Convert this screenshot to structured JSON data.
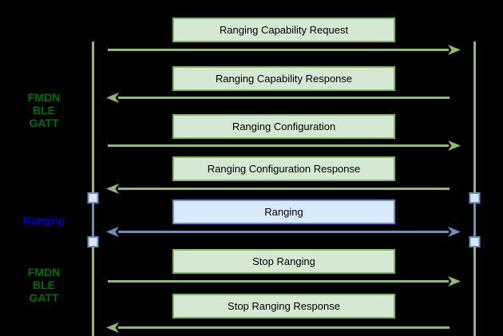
{
  "colors": {
    "background": "#000000",
    "green-fill": "#d5e8d4",
    "green-stroke": "#82b366",
    "arrow-green": "#8cba74",
    "blue-fill": "#dae8fc",
    "blue-stroke": "#6c8ebf",
    "label-green": "#006e00",
    "label-blue": "#0000ee",
    "box-text": "#000000"
  },
  "side_labels": {
    "top": {
      "line1": "FMDN",
      "line2": "BLE",
      "line3": "GATT"
    },
    "middle": {
      "line1": "Ranging"
    },
    "bottom": {
      "line1": "FMDN",
      "line2": "BLE",
      "line3": "GATT"
    }
  },
  "messages": [
    {
      "label": "Ranging Capability Request",
      "direction": "right",
      "theme": "green"
    },
    {
      "label": "Ranging Capability Response",
      "direction": "left",
      "theme": "green"
    },
    {
      "label": "Ranging Configuration",
      "direction": "right",
      "theme": "green"
    },
    {
      "label": "Ranging Configuration Response",
      "direction": "left",
      "theme": "green"
    },
    {
      "label": "Ranging",
      "direction": "bidirectional",
      "theme": "blue"
    },
    {
      "label": "Stop Ranging",
      "direction": "right",
      "theme": "green"
    },
    {
      "label": "Stop Ranging Response",
      "direction": "left",
      "theme": "green"
    }
  ]
}
